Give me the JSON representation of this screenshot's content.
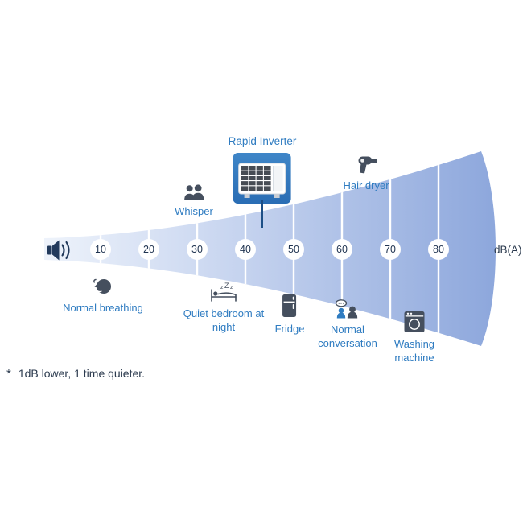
{
  "scale": {
    "unit": "dB(A)",
    "ticks": [
      "10",
      "20",
      "30",
      "40",
      "50",
      "60",
      "70",
      "80"
    ],
    "speaker_icon": "speaker-icon"
  },
  "items": {
    "whisper": {
      "label": "Whisper",
      "icon": "whisper-icon",
      "db": 30,
      "position": "above"
    },
    "rapid_inverter": {
      "label": "Rapid Inverter",
      "icon": "air-conditioner-unit",
      "db": 41,
      "position": "above",
      "highlighted": true
    },
    "hair_dryer": {
      "label": "Hair dryer",
      "icon": "hair-dryer-icon",
      "db": 65,
      "position": "above"
    },
    "normal_breathing": {
      "label": "Normal breathing",
      "icon": "breathing-face-icon",
      "db": 13,
      "position": "below"
    },
    "quiet_bedroom": {
      "label": "Quiet bedroom at night",
      "icon": "bed-icon",
      "db": 35,
      "position": "below"
    },
    "fridge": {
      "label": "Fridge",
      "icon": "fridge-icon",
      "db": 50,
      "position": "below"
    },
    "normal_conversation": {
      "label": "Normal conversation",
      "icon": "conversation-icon",
      "db": 61,
      "position": "below"
    },
    "washing_machine": {
      "label": "Washing machine",
      "icon": "washing-machine-icon",
      "db": 70,
      "position": "below"
    }
  },
  "footnote": {
    "marker": "*",
    "text": "1dB lower, 1 time quieter."
  },
  "colors": {
    "label_blue": "#2f7cc1",
    "dark_navy": "#2b3a4e",
    "cone_gradient_left": "#eef3fb",
    "cone_gradient_right": "#8da7dc",
    "highlight_box_blue": "#2e75b6",
    "icon_slate": "#454f5e"
  }
}
